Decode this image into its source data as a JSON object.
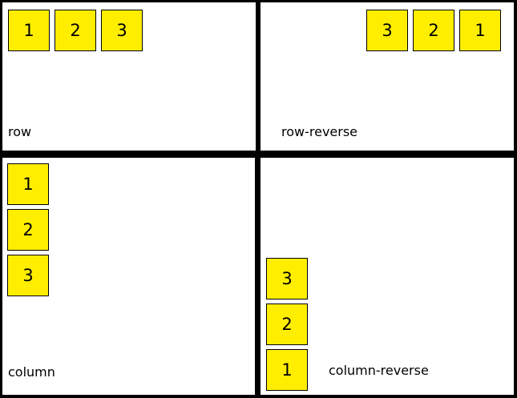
{
  "colors": {
    "box_fill": "#ffee00",
    "box_border": "#000000",
    "panel_bg": "#ffffff",
    "page_bg": "#000000"
  },
  "panels": {
    "row": {
      "label": "row",
      "items": [
        "1",
        "2",
        "3"
      ]
    },
    "row_reverse": {
      "label": "row-reverse",
      "items": [
        "3",
        "2",
        "1"
      ]
    },
    "column": {
      "label": "column",
      "items": [
        "1",
        "2",
        "3"
      ]
    },
    "column_reverse": {
      "label": "column-reverse",
      "items": [
        "3",
        "2",
        "1"
      ]
    }
  }
}
